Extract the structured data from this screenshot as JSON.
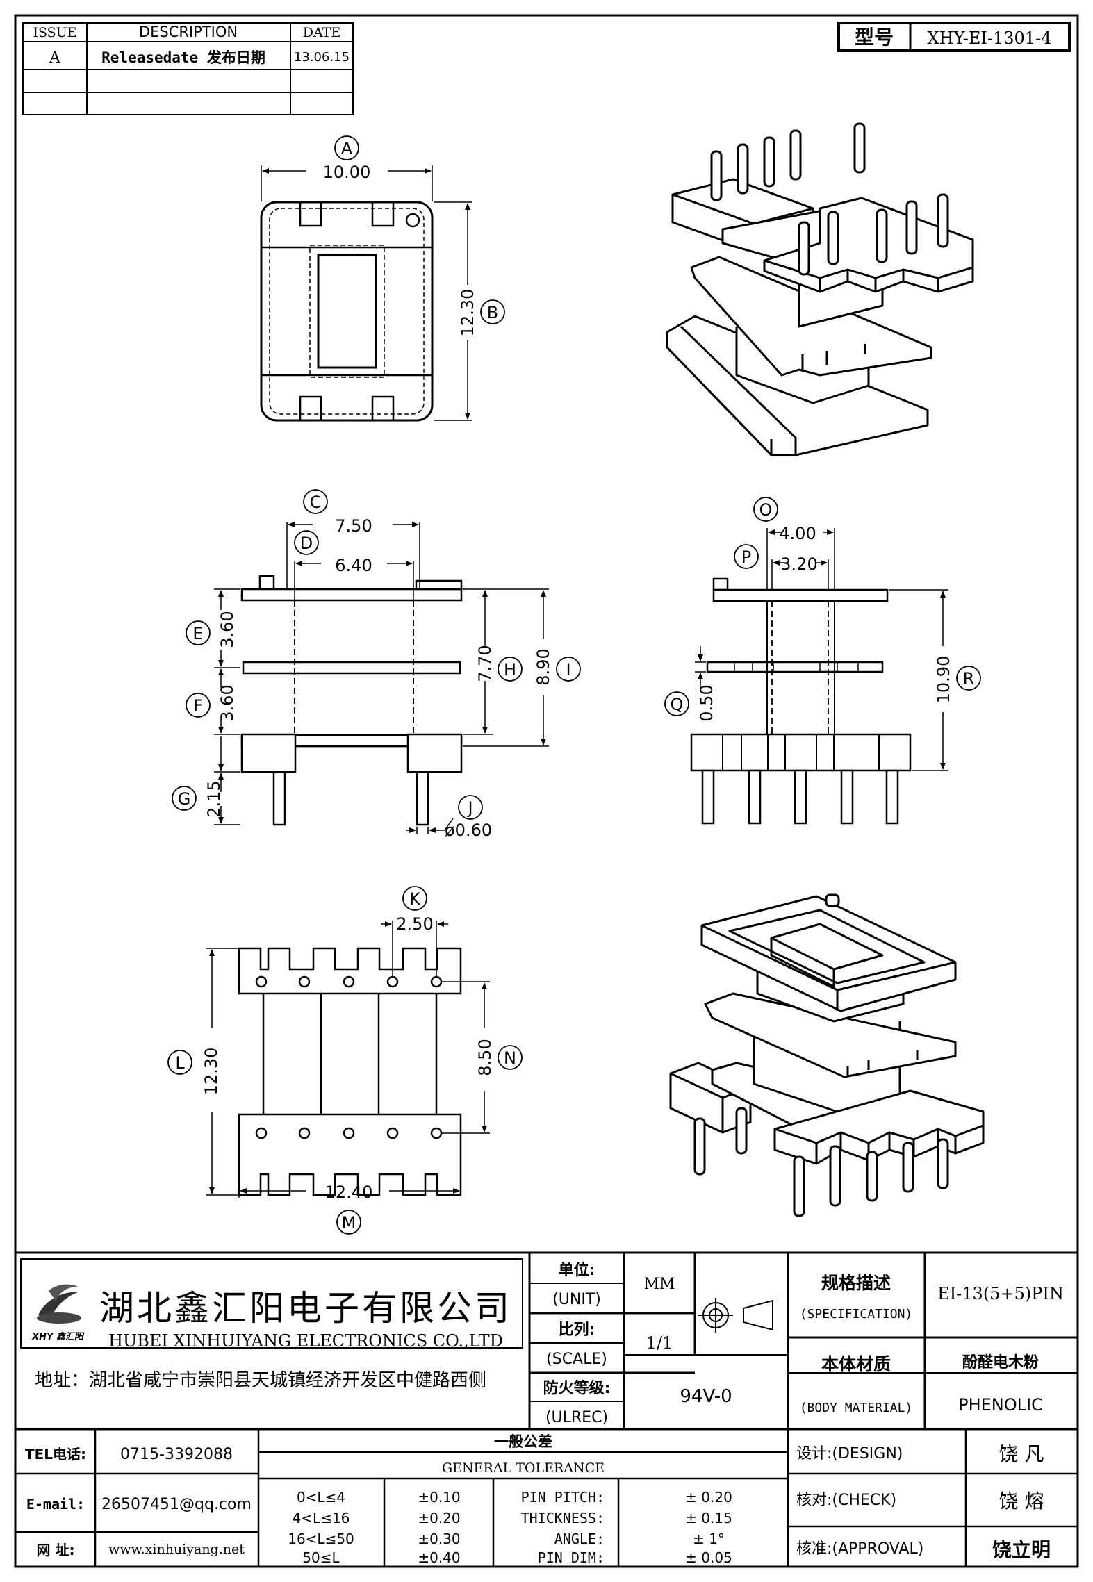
{
  "revision_table": {
    "headers": [
      "ISSUE",
      "DESCRIPTION",
      "DATE"
    ],
    "rows": [
      {
        "issue": "A",
        "description": "Releasedate 发布日期",
        "date": "13.06.15"
      },
      {
        "issue": "",
        "description": "",
        "date": ""
      },
      {
        "issue": "",
        "description": "",
        "date": ""
      }
    ]
  },
  "model": {
    "label": "型号",
    "value": "XHY-EI-1301-4"
  },
  "callouts": [
    "A",
    "B",
    "C",
    "D",
    "E",
    "F",
    "G",
    "H",
    "I",
    "J",
    "K",
    "L",
    "M",
    "N",
    "O",
    "P",
    "Q",
    "R"
  ],
  "dimensions": {
    "A": "10.00",
    "B": "12.30",
    "C": "7.50",
    "D": "6.40",
    "E": "3.60",
    "F": "3.60",
    "G": "2.15",
    "H": "7.70",
    "I": "8.90",
    "J": "ø0.60",
    "O": "4.00",
    "P": "3.20",
    "Q": "0.50",
    "R": "10.90",
    "K": "2.50",
    "L": "12.30",
    "N": "8.50",
    "M": "12.40"
  },
  "company": {
    "name_cn": "湖北鑫汇阳电子有限公司",
    "name_en": "HUBEI XINHUIYANG ELECTRONICS CO.,LTD",
    "logo_text": "XHY 鑫汇阳",
    "address": "地址：湖北省咸宁市崇阳县天城镇经济开发区中健路西侧"
  },
  "spec_block": {
    "unit_label": "单位:",
    "unit_label_en": "(UNIT)",
    "unit_value": "MM",
    "scale_label": "比列:",
    "scale_label_en": "(SCALE)",
    "scale_value": "1/1",
    "fire_label": "防火等级:",
    "fire_label_en": "(ULREC)",
    "fire_value": "94V-0",
    "spec_label": "规格描述",
    "spec_label_en": "(SPECIFICATION)",
    "spec_value": "EI-13(5+5)PIN",
    "material_label": "本体材质",
    "material_label_en": "(BODY MATERIAL)",
    "material_value_cn": "酚醛电木粉",
    "material_value_en": "PHENOLIC"
  },
  "contact": {
    "tel_label": "TEL电话:",
    "tel": "0715-3392088",
    "email_label": "E-mail:",
    "email": "26507451@qq.com",
    "web_label": "网 址:",
    "web": "www.xinhuiyang.net"
  },
  "tolerance": {
    "title_cn": "一般公差",
    "title_en": "GENERAL TOLERANCE",
    "rows": [
      {
        "range": "0<L≤4",
        "tol": "±0.10",
        "item": "PIN PITCH:",
        "val": "±  0.20"
      },
      {
        "range": "4<L≤16",
        "tol": "±0.20",
        "item": "THICKNESS:",
        "val": "±  0.15"
      },
      {
        "range": "16<L≤50",
        "tol": "±0.30",
        "item": "ANGLE:",
        "val": "±  1°"
      },
      {
        "range": "50≤L",
        "tol": "±0.40",
        "item": "PIN DIM:",
        "val": "±  0.05"
      }
    ]
  },
  "approvals": [
    {
      "label": "设计:(DESIGN)",
      "name": "饶  凡"
    },
    {
      "label": "核对:(CHECK)",
      "name": "饶  熔"
    },
    {
      "label": "核准:(APPROVAL)",
      "name": "饶立明"
    }
  ]
}
